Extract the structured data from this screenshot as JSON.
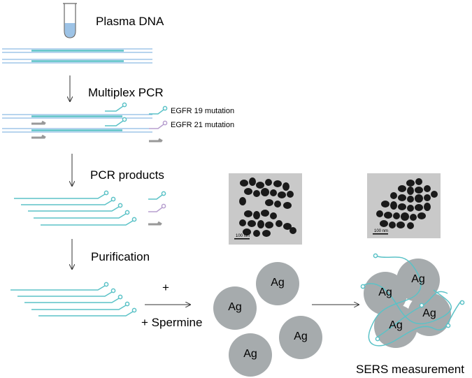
{
  "steps": {
    "plasma": "Plasma DNA",
    "multiplex": "Multiplex PCR",
    "products": "PCR products",
    "purification": "Purification"
  },
  "legend": {
    "egfr19": "EGFR 19 mutation",
    "egfr21": "EGFR 21 mutation"
  },
  "reaction": {
    "plus": "+",
    "spermine": "+ Spermine",
    "result": "SERS measurement"
  },
  "particle_label": "Ag",
  "tem": {
    "left_scale": "100 nm",
    "right_scale": "100 nm"
  },
  "colors": {
    "dna_blue": "#6fa8dc",
    "amplicon": "#5bc2c7",
    "mutation19": "#5bc2c7",
    "mutation21": "#b79fcf",
    "primer_grey": "#999999",
    "particle": "#a6abad"
  }
}
